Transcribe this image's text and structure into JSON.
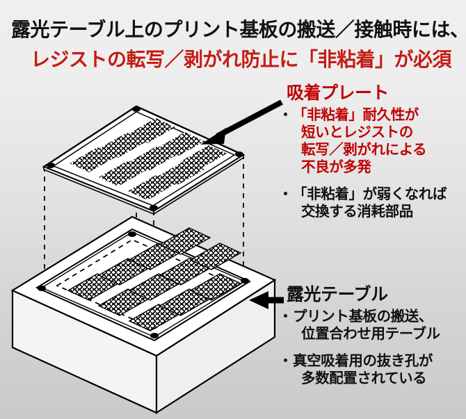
{
  "heading": {
    "line1": "露光テーブル上のプリント基板の搬送／接触時には、",
    "line2": "レジストの転写／剥がれ防止に「非粘着」が必須",
    "line1_color": "#111111",
    "line2_color": "#c41b14"
  },
  "callouts": {
    "plate": {
      "title": "吸着プレート",
      "title_color": "#c00000",
      "bullets": [
        {
          "color": "#c00000",
          "lines": [
            "「非粘着」耐久性が",
            "短いとレジストの",
            "転写／剥がれによる",
            "不良が多発"
          ]
        },
        {
          "color": "#111111",
          "lines": [
            "「非粘着」が弱くなれば",
            "交換する消耗部品"
          ]
        }
      ]
    },
    "table": {
      "title": "露光テーブル",
      "title_color": "#111111",
      "bullets": [
        {
          "color": "#111111",
          "lines": [
            "プリント基板の搬送、",
            "位置合わせ用テーブル"
          ]
        },
        {
          "color": "#111111",
          "lines": [
            "真空吸着用の抜き孔が",
            "多数配置されている"
          ]
        }
      ]
    }
  },
  "diagram": {
    "upper_plate_label": "吸着プレート",
    "lower_table_label": "露光テーブル",
    "pad_grid_rows": 4,
    "pad_grid_cols": 3,
    "corner_hole_count": 4,
    "fill_color": "#ffffff",
    "side_fill_color": "#f2f2f2",
    "line_color": "#000000"
  },
  "background": {
    "top_color": "#efefef",
    "bottom_color": "#cacaca"
  }
}
